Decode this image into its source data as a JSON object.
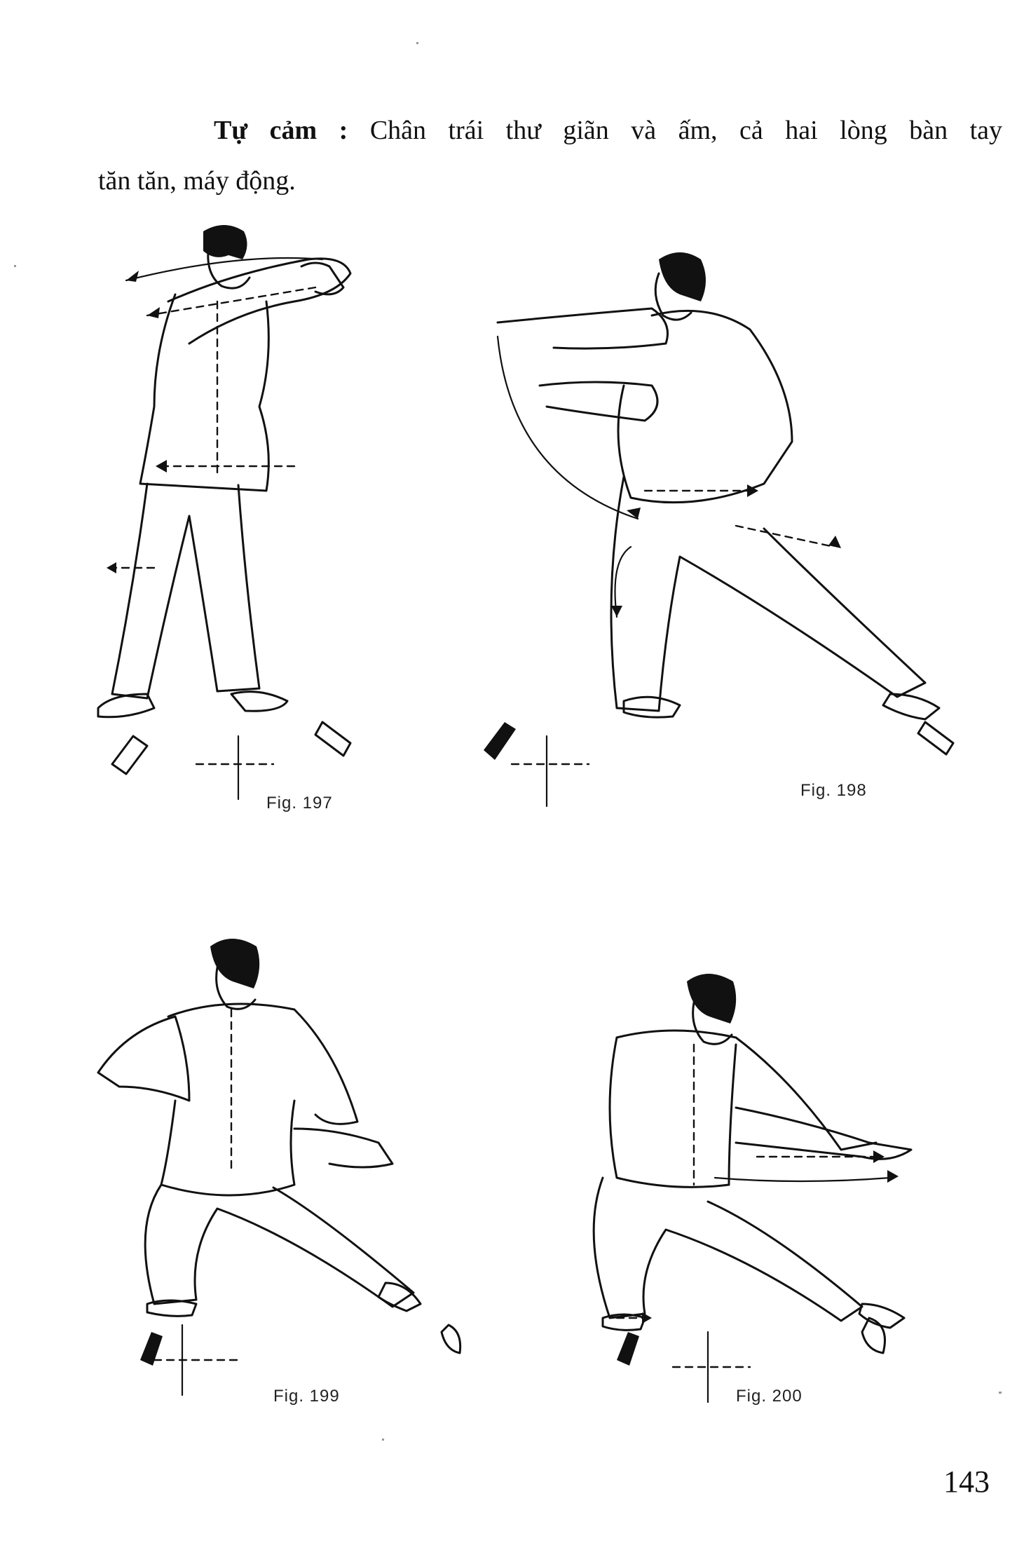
{
  "intro": {
    "label": "Tự cảm",
    "sep": " : ",
    "line1_rest": "Chân trái thư giãn và ấm, cả hai lòng bàn tay",
    "line2": "tăn tăn, máy động."
  },
  "figures": [
    {
      "caption": "Fig. 197"
    },
    {
      "caption": "Fig. 198"
    },
    {
      "caption": "Fig. 199"
    },
    {
      "caption": "Fig. 200"
    }
  ],
  "page_number": "143",
  "colors": {
    "ink": "#111111",
    "paper": "#ffffff"
  }
}
